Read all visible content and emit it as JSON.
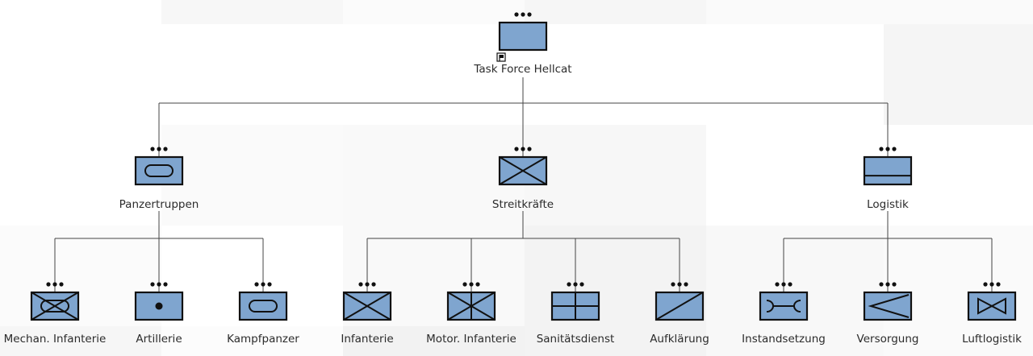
{
  "diagram": {
    "root": {
      "id": "hq",
      "label": "Task Force Hellcat",
      "symbol": "hq",
      "echelon": "battalion"
    },
    "groups": [
      {
        "id": "armor",
        "label": "Panzertruppen",
        "symbol": "armor",
        "children": [
          {
            "id": "mech-inf",
            "label": "Mechan. Infanterie",
            "symbol": "mech-infantry"
          },
          {
            "id": "artillery",
            "label": "Artillerie",
            "symbol": "artillery"
          },
          {
            "id": "tanks",
            "label": "Kampfpanzer",
            "symbol": "armor"
          }
        ]
      },
      {
        "id": "forces",
        "label": "Streitkräfte",
        "symbol": "infantry",
        "children": [
          {
            "id": "inf",
            "label": "Infanterie",
            "symbol": "infantry"
          },
          {
            "id": "mot-inf",
            "label": "Motor. Infanterie",
            "symbol": "motorized-infantry"
          },
          {
            "id": "medical",
            "label": "Sanitätsdienst",
            "symbol": "medical"
          },
          {
            "id": "recon",
            "label": "Aufklärung",
            "symbol": "reconnaissance"
          }
        ]
      },
      {
        "id": "logistics",
        "label": "Logistik",
        "symbol": "logistics",
        "children": [
          {
            "id": "maint",
            "label": "Instandsetzung",
            "symbol": "maintenance"
          },
          {
            "id": "supply",
            "label": "Versorgung",
            "symbol": "supply"
          },
          {
            "id": "airlog",
            "label": "Luftlogistik",
            "symbol": "air-logistics"
          }
        ]
      }
    ],
    "colors": {
      "symbol_fill": "#7fa5cf",
      "symbol_stroke": "#111111",
      "connector": "#444444",
      "label": "#2b2b2b"
    }
  }
}
